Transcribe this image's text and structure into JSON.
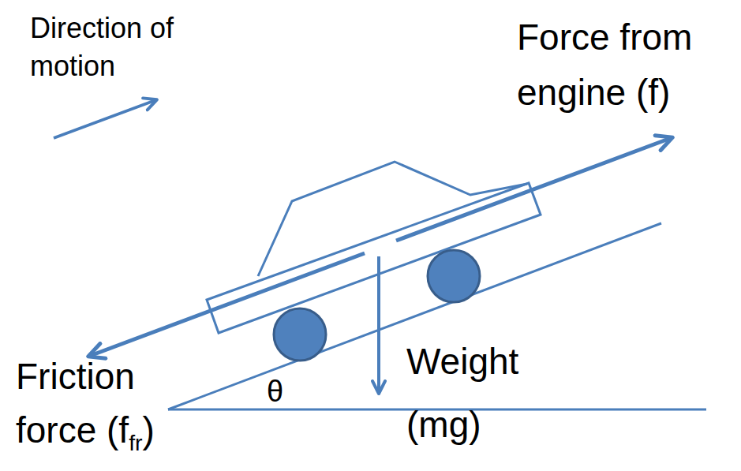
{
  "diagram": {
    "labels": [
      "Direction of motion",
      "Force from engine (f)",
      "Friction force (f",
      "fr",
      ")",
      "Weight (mg)",
      "θ"
    ]
  }
}
